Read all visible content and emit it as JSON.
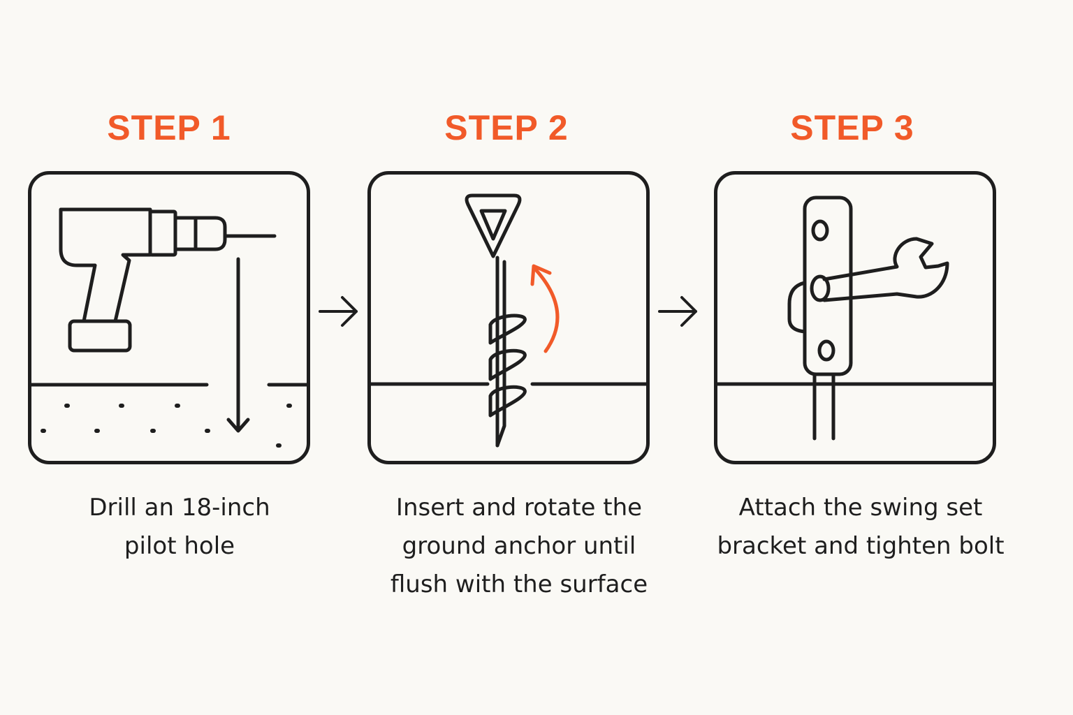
{
  "colors": {
    "accent": "#f15a29",
    "ink": "#1e1e1e",
    "background": "#faf9f5"
  },
  "steps": [
    {
      "title": "STEP 1",
      "caption_lines": [
        "Drill an 18-inch",
        "pilot hole"
      ],
      "illustration": "drill-icon"
    },
    {
      "title": "STEP 2",
      "caption_lines": [
        "Insert and rotate the",
        "ground anchor until",
        "flush with the surface"
      ],
      "illustration": "ground-anchor-icon"
    },
    {
      "title": "STEP 3",
      "caption_lines": [
        "Attach the swing set",
        "bracket and tighten bolt"
      ],
      "illustration": "bracket-wrench-icon"
    }
  ],
  "connectors": [
    "arrow-right-icon",
    "arrow-right-icon"
  ]
}
